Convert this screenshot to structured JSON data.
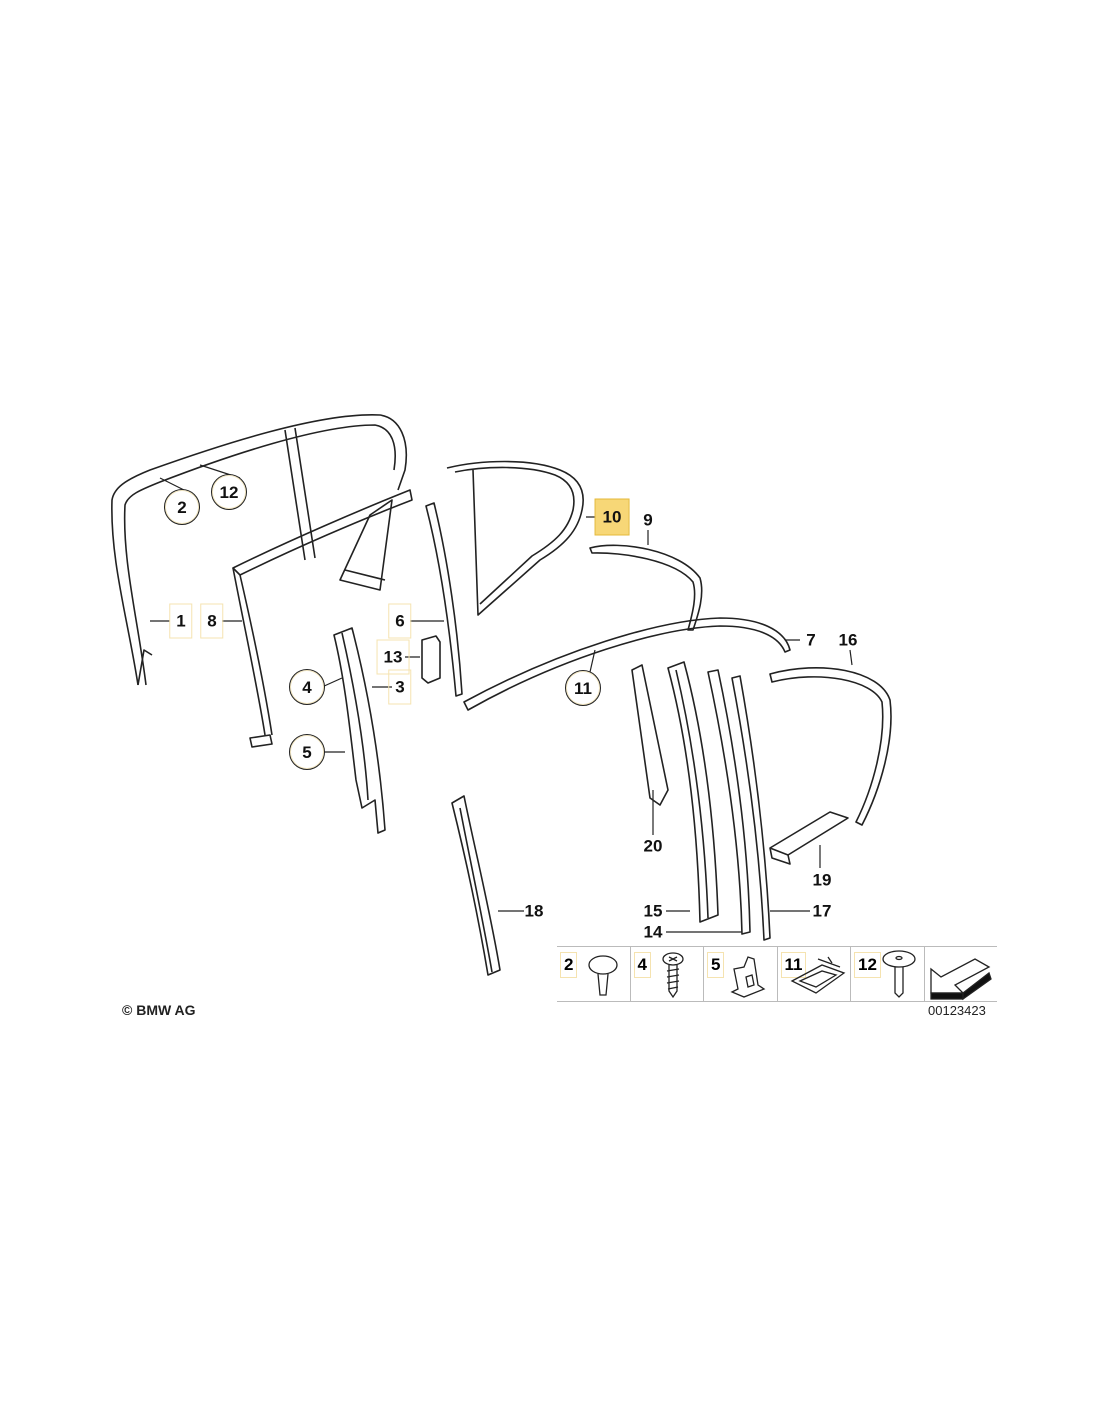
{
  "diagram": {
    "callouts": {
      "c1": "1",
      "c2": "2",
      "c3": "3",
      "c4": "4",
      "c5": "5",
      "c6": "6",
      "c7": "7",
      "c8": "8",
      "c9": "9",
      "c10": "10",
      "c11": "11",
      "c12": "12",
      "c13": "13",
      "c14": "14",
      "c15": "15",
      "c16": "16",
      "c17": "17",
      "c18": "18",
      "c19": "19",
      "c20": "20"
    },
    "highlighted_part": "10",
    "legend": [
      {
        "label": "2",
        "icon": "expanding-rivet-icon"
      },
      {
        "label": "4",
        "icon": "screw-icon"
      },
      {
        "label": "5",
        "icon": "clip-icon"
      },
      {
        "label": "11",
        "icon": "clip-plate-icon"
      },
      {
        "label": "12",
        "icon": "flat-rivet-icon"
      },
      {
        "label": "",
        "icon": "direction-arrow-icon"
      }
    ],
    "copyright": "© BMW AG",
    "diagram_number": "00123423",
    "colors": {
      "highlight": "#f7d777",
      "line": "#222222"
    }
  }
}
